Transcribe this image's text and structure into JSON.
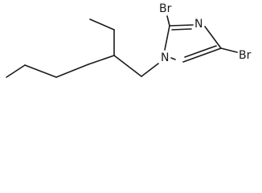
{
  "molecule": {
    "atom_labels": {
      "br_top": "Br",
      "br_right": "Br",
      "n_ring_right": "N",
      "n_ring_bottom": "N"
    }
  }
}
